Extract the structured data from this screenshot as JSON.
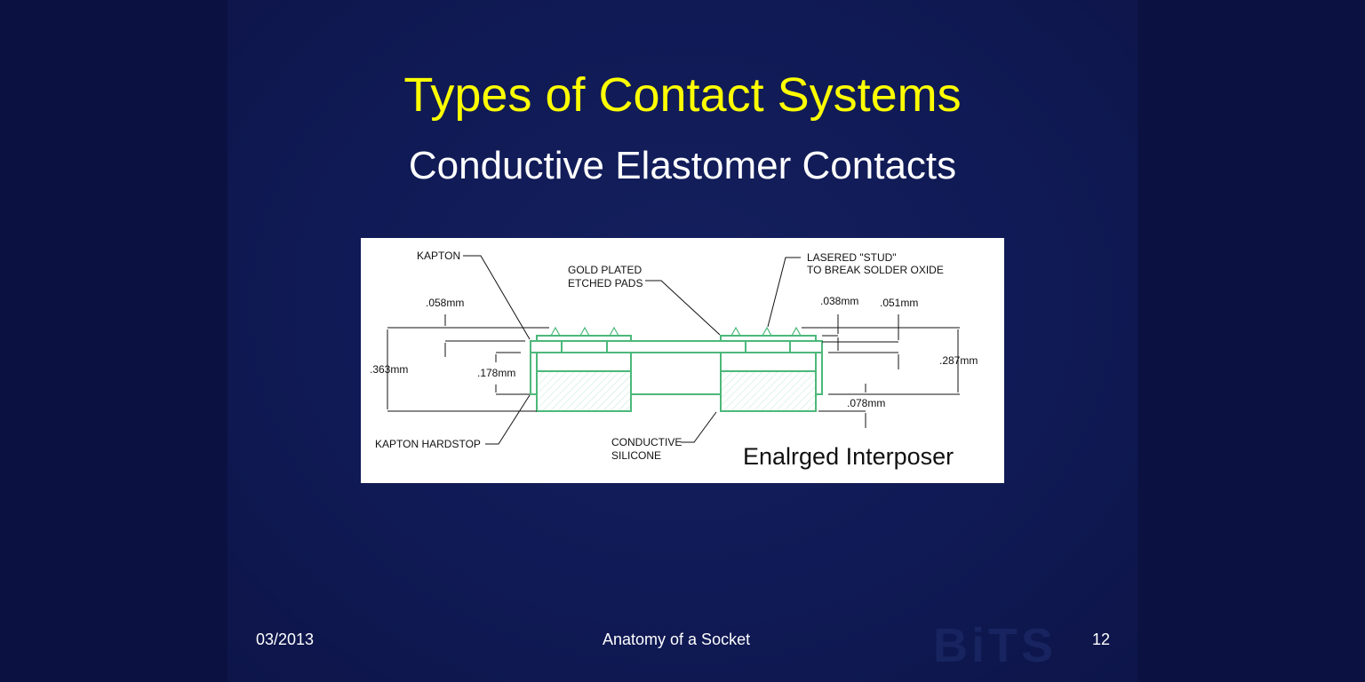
{
  "slide": {
    "title": "Types of Contact Systems",
    "subtitle": "Conductive Elastomer Contacts",
    "footer_date": "03/2013",
    "footer_title": "Anatomy of a Socket",
    "page_number": "12",
    "logo_text": "BiTS"
  },
  "diagram": {
    "labels": {
      "kapton": "KAPTON",
      "gold_1": "GOLD PLATED",
      "gold_2": "ETCHED PADS",
      "stud_1": "LASERED \"STUD\"",
      "stud_2": "TO BREAK SOLDER OXIDE",
      "hardstop": "KAPTON HARDSTOP",
      "silicone_1": "CONDUCTIVE",
      "silicone_2": "SILICONE",
      "caption": "Enalrged Interposer"
    },
    "dimensions": {
      "d058": ".058mm",
      "d038": ".038mm",
      "d051": ".051mm",
      "d363": ".363mm",
      "d178": ".178mm",
      "d287": ".287mm",
      "d078": ".078mm"
    }
  },
  "colors": {
    "title": "#ffff00",
    "drawing": "#4cb87a"
  }
}
